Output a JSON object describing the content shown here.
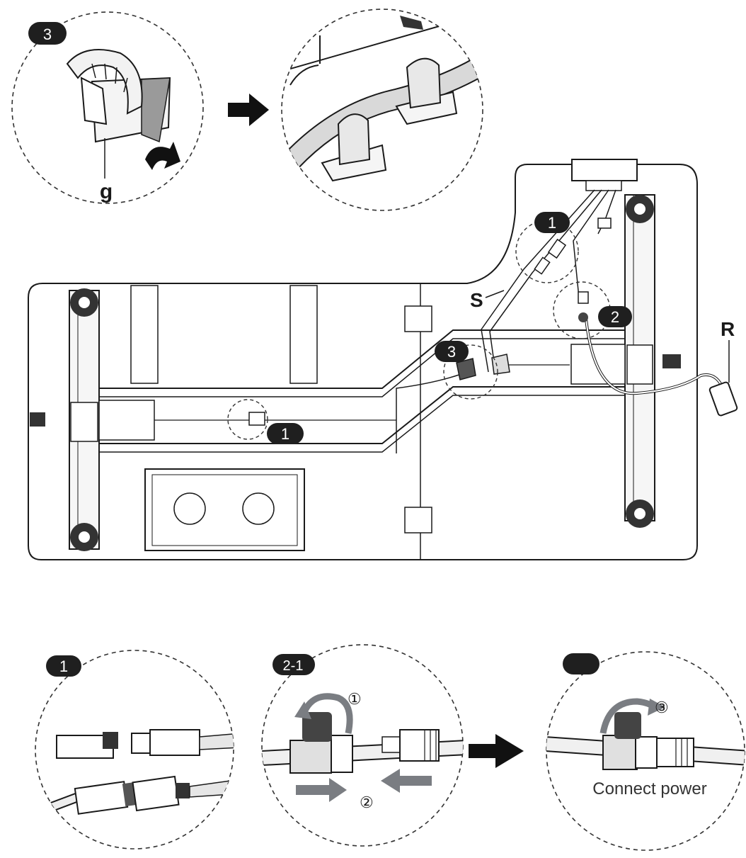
{
  "badges": {
    "step3_top": "3",
    "step1_upper": "1",
    "step2_right": "2",
    "step3_center": "3",
    "step1_lower": "1",
    "step1_bottom": "1",
    "step2_1_bottom": "2-1",
    "step_blank_bottom": ""
  },
  "labels": {
    "g": "g",
    "s": "S",
    "r": "R"
  },
  "steps": {
    "circled_1": "①",
    "circled_2": "②",
    "circled_3": "③"
  },
  "caption": {
    "connect_power": "Connect power"
  },
  "colors": {
    "line": "#1a1a1a",
    "badge": "#1f1f1f",
    "arrow_gray": "#7a7d82",
    "arrow_black": "#111111",
    "fill_light": "#f1f1f1",
    "fill_mid": "#d8d8d8",
    "caption": "#333333"
  }
}
